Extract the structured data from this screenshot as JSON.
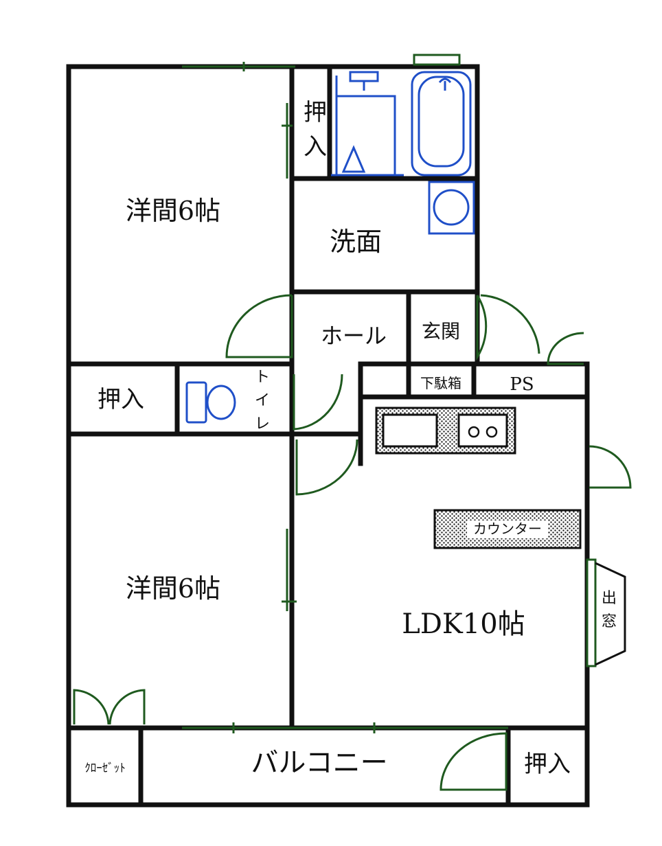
{
  "rooms": {
    "western1": "洋間6帖",
    "western2": "洋間6帖",
    "oshiire_top": "押入",
    "oshiire_mid": "押入",
    "oshiire_balcony": "押入",
    "senmen": "洗面",
    "hall": "ホール",
    "genkan": "玄関",
    "toilet": "トイレ",
    "getabako": "下駄箱",
    "ps": "PS",
    "counter": "カウンター",
    "ldk": "LDK10帖",
    "demado": "出窓",
    "balcony": "バルコニー",
    "closet": "ｸﾛｰｾﾞｯﾄ"
  },
  "colors": {
    "wall": "#111111",
    "door": "#1f5a1f",
    "fixture": "#1f4fc8"
  }
}
